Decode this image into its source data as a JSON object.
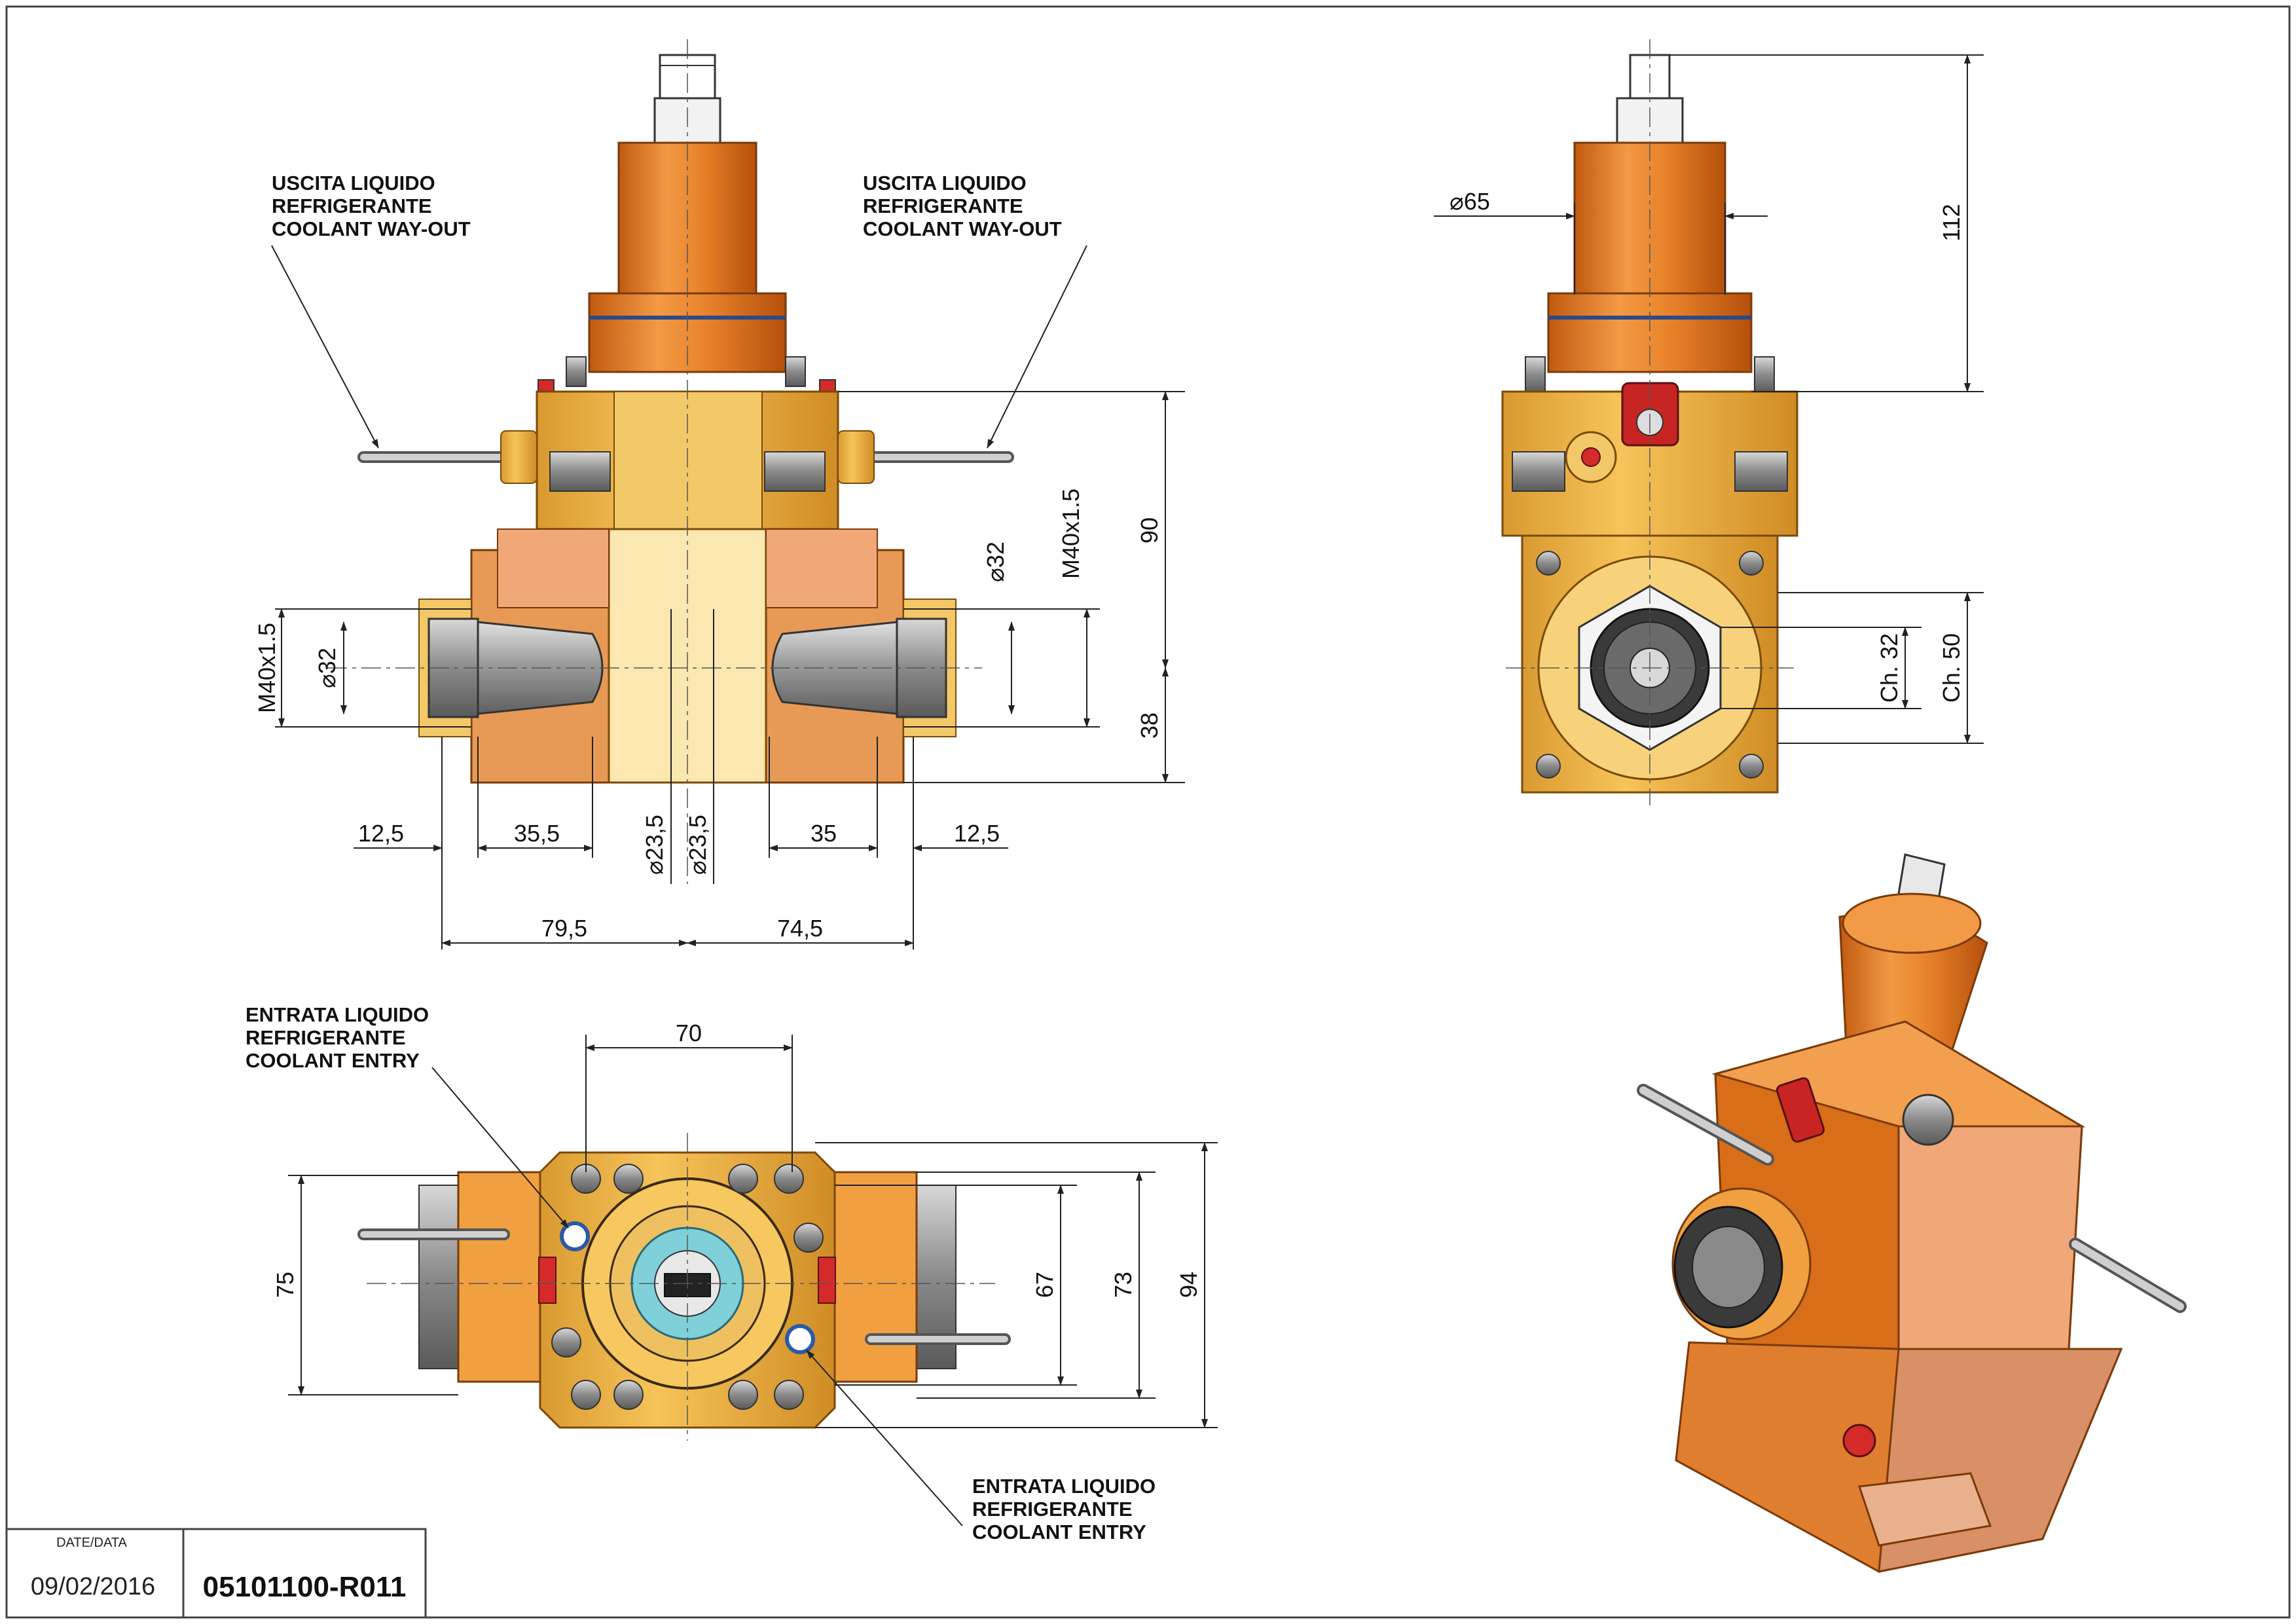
{
  "labels": {
    "coolant_out_left": [
      "USCITA LIQUIDO",
      "REFRIGERANTE",
      "COOLANT WAY-OUT"
    ],
    "coolant_out_right": [
      "USCITA LIQUIDO",
      "REFRIGERANTE",
      "COOLANT WAY-OUT"
    ],
    "coolant_in_top": [
      "ENTRATA LIQUIDO",
      "REFRIGERANTE",
      "COOLANT ENTRY"
    ],
    "coolant_in_bottom": [
      "ENTRATA LIQUIDO",
      "REFRIGERANTE",
      "COOLANT ENTRY"
    ]
  },
  "dimensions": {
    "front": {
      "m40_left": "M40x1.5",
      "dia32_left": "⌀32",
      "dia32_right": "⌀32",
      "m40_right": "M40x1.5",
      "h90": "90",
      "h38": "38",
      "w12_5_left": "12,5",
      "w35_5": "35,5",
      "dia23_5_a": "⌀23,5",
      "dia23_5_b": "⌀23,5",
      "w35": "35",
      "w12_5_right": "12,5",
      "w79_5": "79,5",
      "w74_5": "74,5"
    },
    "side": {
      "dia65": "⌀65",
      "h112": "112",
      "ch32": "Ch. 32",
      "ch50": "Ch. 50"
    },
    "top": {
      "w70": "70",
      "h75": "75",
      "h67": "67",
      "h73": "73",
      "h94": "94"
    }
  },
  "title_block": {
    "date_label": "DATE/DATA",
    "date": "09/02/2016",
    "code": "05101100-R011"
  },
  "colors": {
    "orange": "#e8822a",
    "orange_dark": "#c25a10",
    "gold": "#f0b545",
    "cream": "#fbe7b0",
    "salmon": "#f0a878",
    "steel": "#9a9a9a",
    "red": "#d42a2a"
  }
}
